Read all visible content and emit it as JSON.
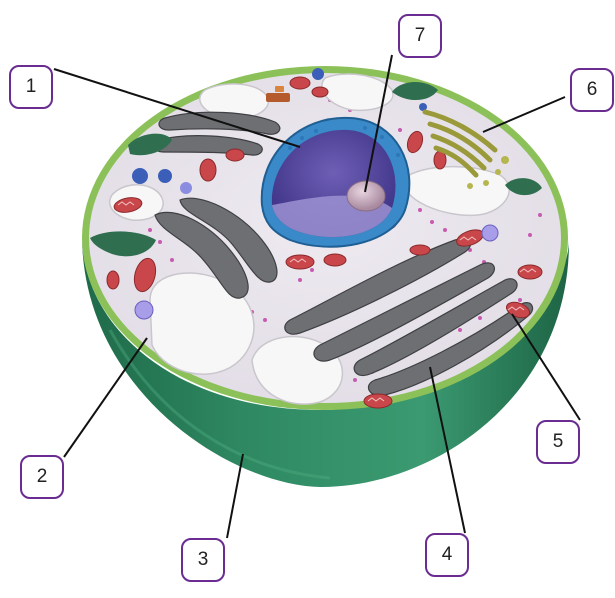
{
  "labels": {
    "l1": "1",
    "l2": "2",
    "l3": "3",
    "l4": "4",
    "l5": "5",
    "l6": "6",
    "l7": "7"
  },
  "colors": {
    "callout_border": "#6a2c91",
    "membrane_green": "#2f8a63",
    "nucleus_blue": "#3a89c8",
    "nucleoplasm_purple": "#5a4aa0",
    "er_gray": "#6d6f72",
    "mitochondria_red": "#c9474a",
    "vacuole_white": "#f4f4f4",
    "golgi_olive": "#9a9a3a"
  }
}
